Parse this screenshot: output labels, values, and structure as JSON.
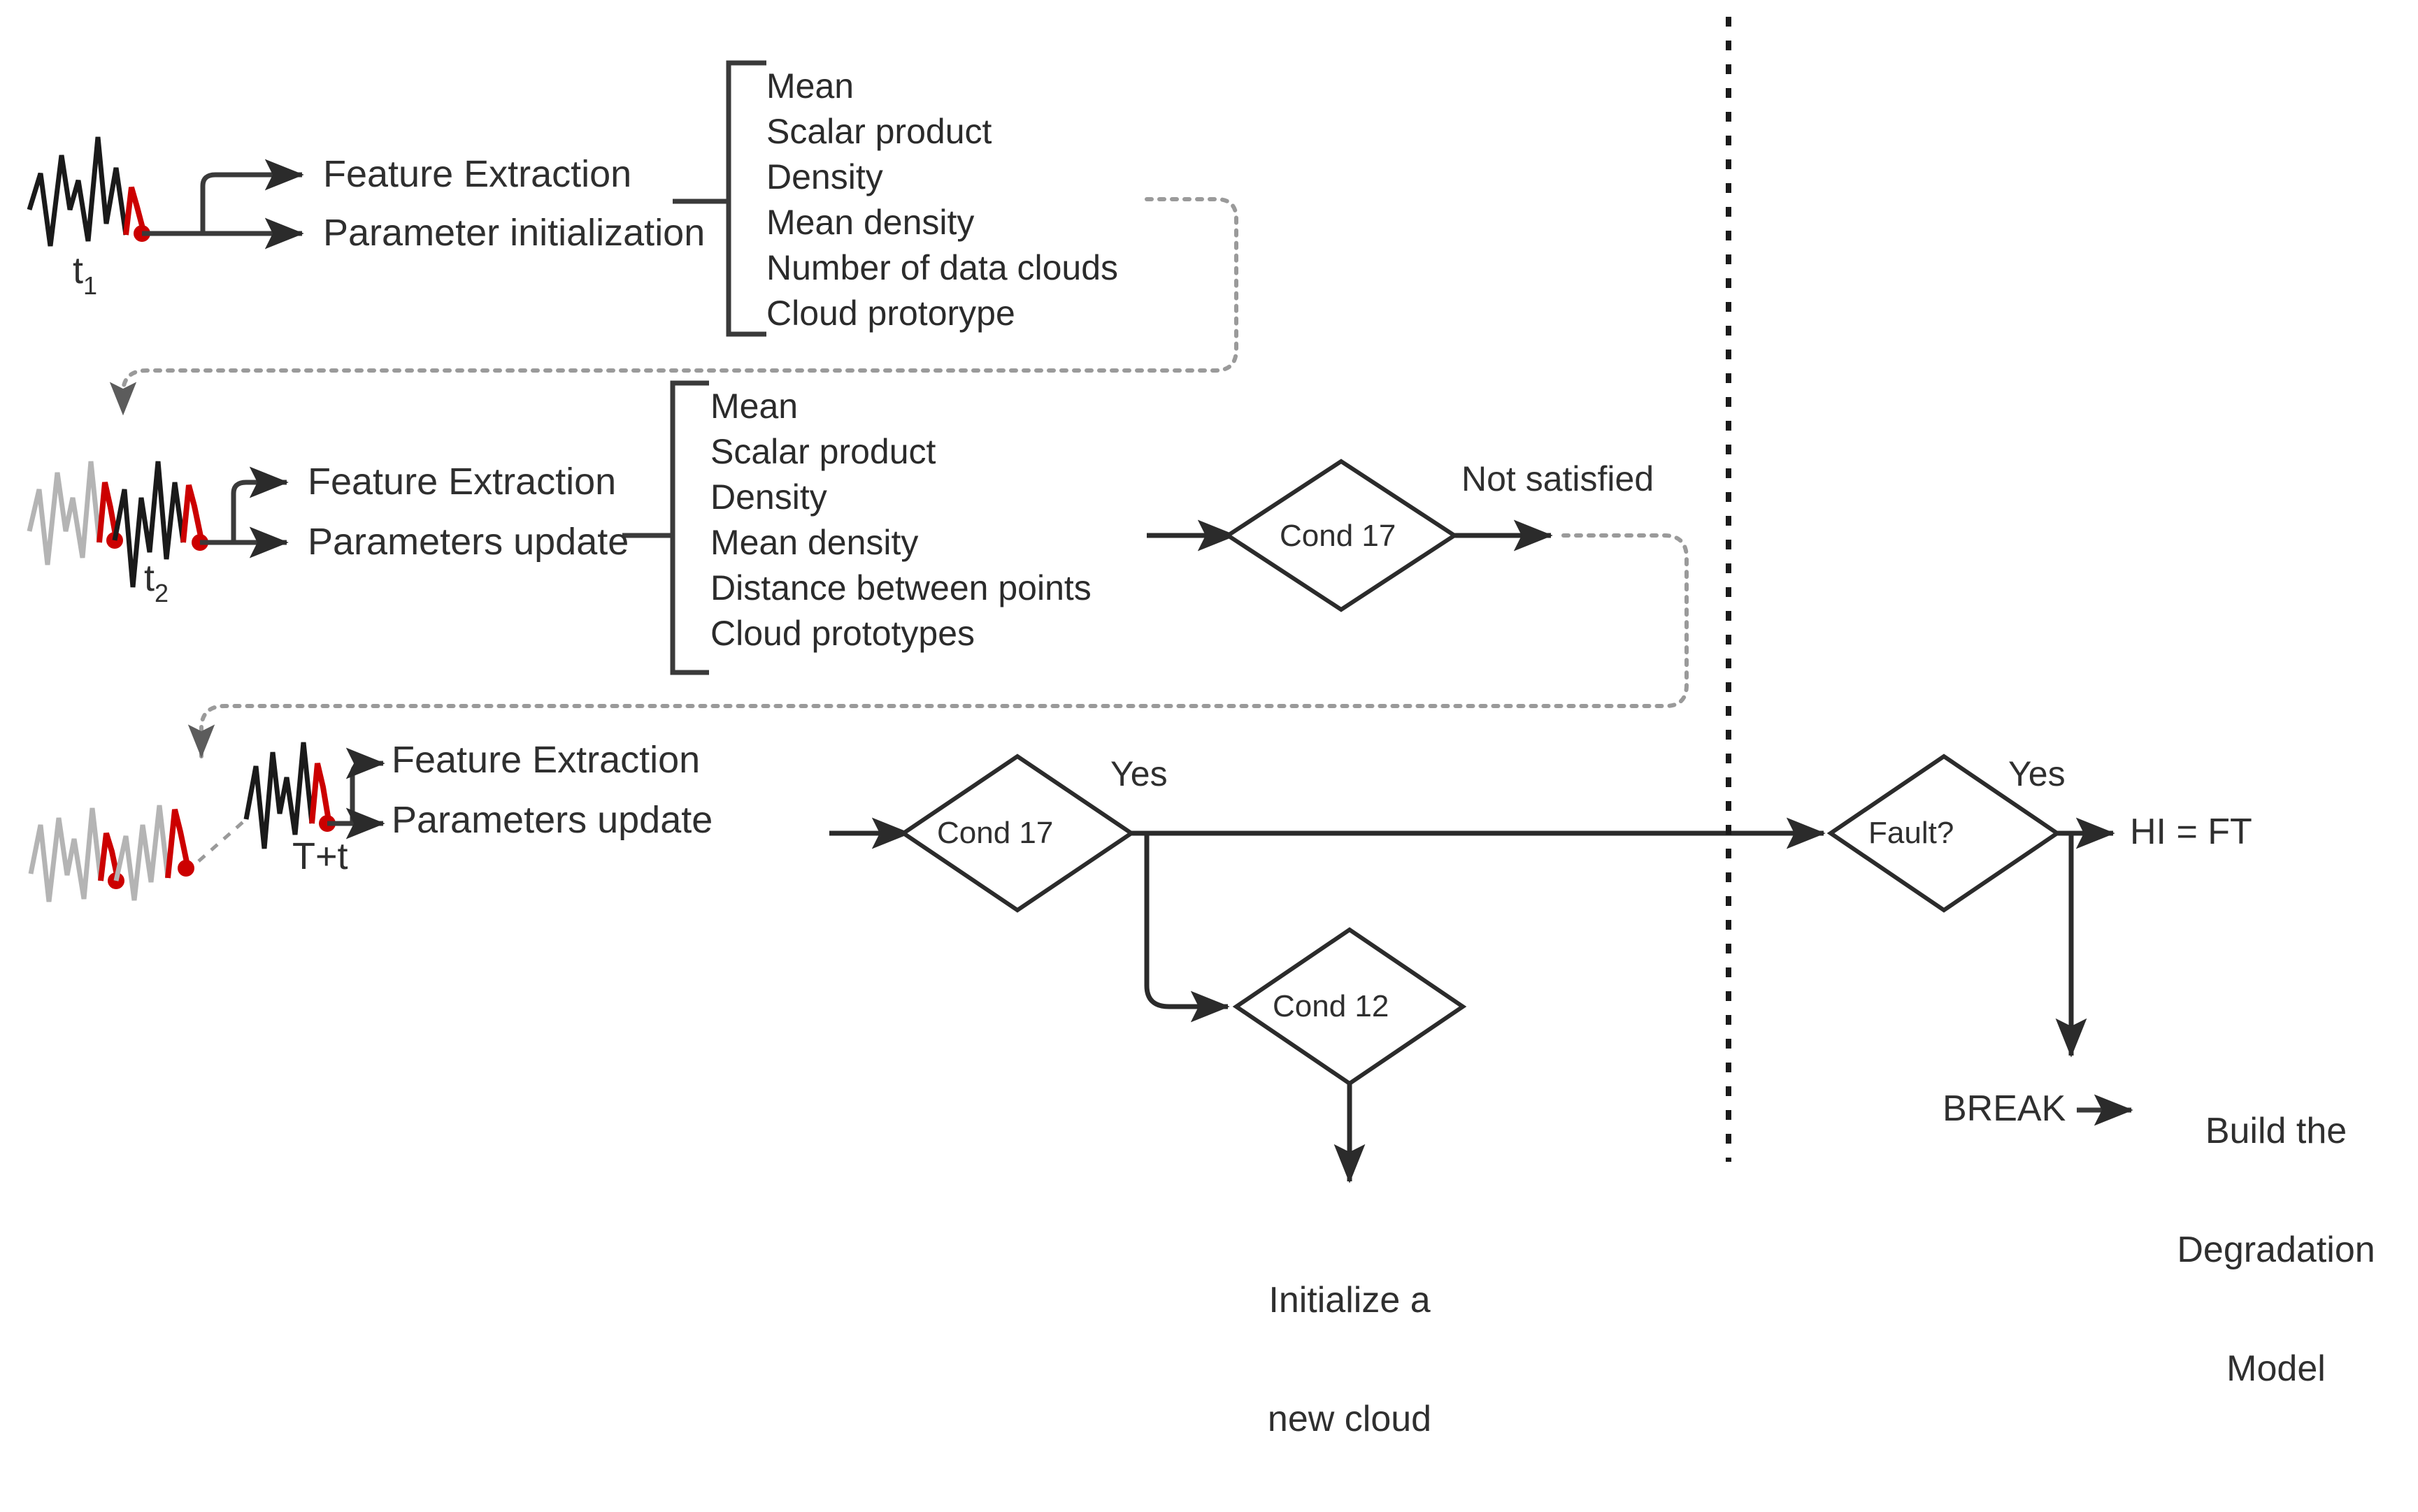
{
  "diagram": {
    "title": "Recursive data-cloud feature extraction and degradation modelling flowchart",
    "colors": {
      "line": "#3a3a3a",
      "dotted": "#8a8a8a",
      "text": "#2f2f2f",
      "signal_recent": "#1a1a1a",
      "signal_past": "#b4b4b4",
      "marker": "#cc0000",
      "divider": "#1a1a1a"
    }
  },
  "stages": [
    {
      "id": "stage-1",
      "time_label": "t",
      "time_sub": "1",
      "branches": [
        "Feature Extraction",
        "Parameter initialization"
      ],
      "outputs": [
        "Mean",
        "Scalar product",
        "Density",
        "Mean density",
        "Number of data clouds",
        "Cloud protorype"
      ]
    },
    {
      "id": "stage-2",
      "time_label": "t",
      "time_sub": "2",
      "branches": [
        "Feature Extraction",
        "Parameters update"
      ],
      "outputs": [
        "Mean",
        "Scalar product",
        "Density",
        "Mean density",
        "Distance between points",
        "Cloud prototypes"
      ]
    },
    {
      "id": "stage-3",
      "time_label": "T+t",
      "time_sub": "",
      "branches": [
        "Feature Extraction",
        "Parameters update"
      ],
      "outputs": []
    }
  ],
  "decisions": {
    "cond17_row2": "Cond 17",
    "cond17_row3": "Cond 17",
    "cond12": "Cond 12",
    "fault": "Fault?"
  },
  "edge_labels": {
    "not_satisfied": "Not satisfied",
    "yes_row3": "Yes",
    "yes_fault": "Yes"
  },
  "terminals": {
    "initialize_cloud_line1": "Initialize a",
    "initialize_cloud_line2": "new cloud",
    "hi_equals_ft": "HI = FT",
    "break": "BREAK",
    "build_model_line1": "Build the",
    "build_model_line2": "Degradation",
    "build_model_line3": "Model"
  }
}
